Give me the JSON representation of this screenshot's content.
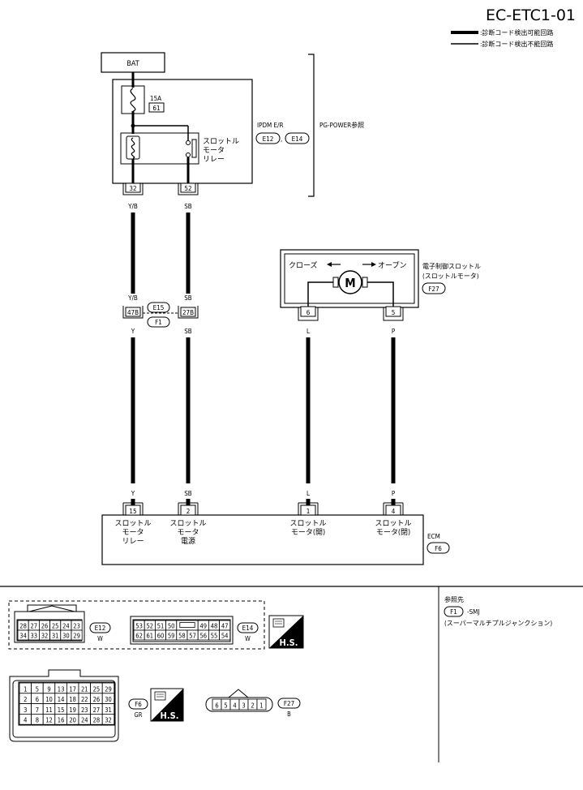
{
  "header": {
    "code": "EC-ETC1-01",
    "legend_thick": ":診断コード検出可能回路",
    "legend_thin": ":診断コード検出不能回路"
  },
  "bat": "BAT",
  "fuse": {
    "rating": "15A",
    "number": "61"
  },
  "ipdm": {
    "name": "IPDM E/R",
    "connectors": [
      "E12",
      "E14"
    ],
    "separator": ",",
    "reference": "PG-POWER参照",
    "relay": [
      "スロットル",
      "モータ",
      "リレー"
    ],
    "terminals": [
      "32",
      "52"
    ]
  },
  "wires": {
    "w1_top": "Y/B",
    "w2_top": "SB",
    "w1_mid": "Y/B",
    "w2_mid": "SB",
    "w1_low": "Y",
    "w2_low": "SB",
    "w1_ecm": "Y",
    "w2_ecm": "SB",
    "w3": "L",
    "w4": "P",
    "w3_ecm": "L",
    "w4_ecm": "P"
  },
  "junction": {
    "pins": [
      "47B",
      "27B"
    ],
    "connectors": [
      "E15",
      "F1"
    ]
  },
  "throttle": {
    "close": "クローズ",
    "open": "オープン",
    "motor": "M",
    "terminals": [
      "6",
      "5"
    ],
    "name1": "電子制御スロットル",
    "name2": "(スロットルモータ)",
    "connector": "F27"
  },
  "ecm": {
    "name": "ECM",
    "connector": "F6",
    "terminals": [
      {
        "pin": "15",
        "lines": [
          "スロットル",
          "モータ",
          "リレー"
        ]
      },
      {
        "pin": "2",
        "lines": [
          "スロットル",
          "モータ",
          "電源"
        ]
      },
      {
        "pin": "1",
        "lines": [
          "スロットル",
          "モータ(開)"
        ]
      },
      {
        "pin": "4",
        "lines": [
          "スロットル",
          "モータ(閉)"
        ]
      }
    ]
  },
  "connector_views": {
    "e12": {
      "id": "E12",
      "color": "W",
      "row1": [
        "28",
        "27",
        "26",
        "25",
        "24",
        "23"
      ],
      "row2": [
        "34",
        "33",
        "32",
        "31",
        "30",
        "29"
      ]
    },
    "e14": {
      "id": "E14",
      "color": "W",
      "row1": [
        "53",
        "52",
        "51",
        "50",
        "",
        "49",
        "48",
        "47"
      ],
      "row2": [
        "62",
        "61",
        "60",
        "59",
        "58",
        "57",
        "56",
        "55",
        "54"
      ]
    },
    "f6": {
      "id": "F6",
      "color": "GR",
      "rows": [
        [
          "1",
          "5",
          "9",
          "13",
          "17",
          "21",
          "25",
          "29"
        ],
        [
          "2",
          "6",
          "10",
          "14",
          "18",
          "22",
          "26",
          "30"
        ],
        [
          "3",
          "7",
          "11",
          "15",
          "19",
          "23",
          "27",
          "31"
        ],
        [
          "4",
          "8",
          "12",
          "16",
          "20",
          "24",
          "28",
          "32"
        ]
      ]
    },
    "f27": {
      "id": "F27",
      "color": "B",
      "pins": [
        "6",
        "5",
        "4",
        "3",
        "2",
        "1"
      ]
    },
    "hs": "H.S."
  },
  "references": {
    "title": "参照先",
    "connector": "F1",
    "code": "-SMJ",
    "description": "(スーパーマルチプルジャンクション)"
  }
}
